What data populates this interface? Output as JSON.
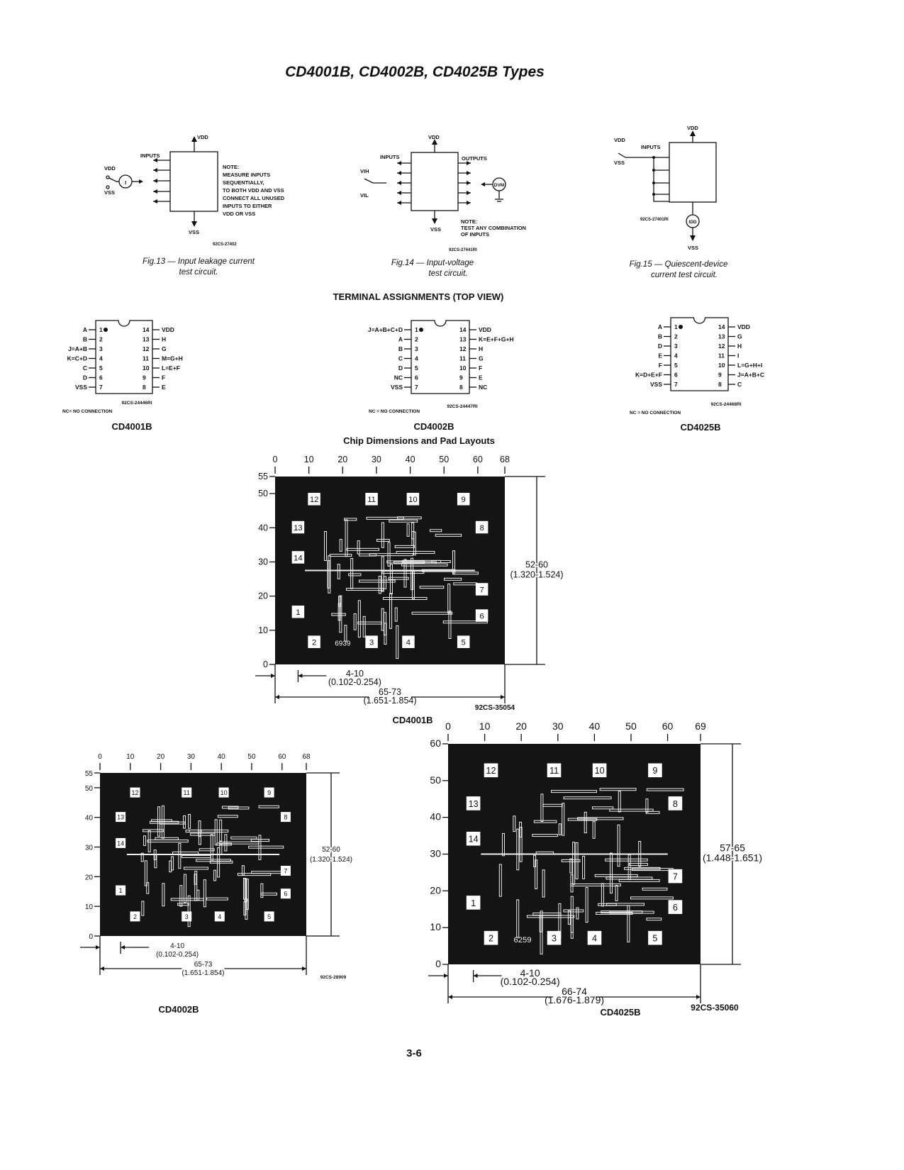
{
  "header": {
    "title": "CD4001B, CD4002B, CD4025B Types"
  },
  "fig13": {
    "vdd": "VDD",
    "vss": "VSS",
    "inputs": "INPUTS",
    "sw_vdd": "VDD",
    "sw_vss": "VSS",
    "meter": "I",
    "note": [
      "NOTE:",
      "MEASURE INPUTS",
      "SEQUENTIALLY,",
      "TO BOTH VDD AND VSS",
      "CONNECT ALL UNUSED",
      "INPUTS TO EITHER",
      "VDD OR VSS"
    ],
    "code": "92CS-27402",
    "caption": [
      "Fig.13 — Input leakage current",
      "test circuit."
    ]
  },
  "fig14": {
    "vdd": "VDD",
    "vss": "VSS",
    "inputs": "INPUTS",
    "outputs": "OUTPUTS",
    "vih": "VIH",
    "vil": "VIL",
    "meter": "DVM",
    "note": [
      "NOTE:",
      "TEST ANY COMBINATION",
      "OF INPUTS"
    ],
    "code": "92CS-27441RI",
    "caption": [
      "Fig.14 — Input-voltage",
      "test circuit."
    ]
  },
  "fig15": {
    "vdd": "VDD",
    "vss": "VSS",
    "inputs": "INPUTS",
    "sw_vdd": "VDD",
    "sw_vss": "VSS",
    "meter": "IDD",
    "code": "92CS-27401RI",
    "caption": [
      "Fig.15 — Quiescent-device",
      "current test circuit."
    ]
  },
  "terminal": {
    "heading": "TERMINAL ASSIGNMENTS (TOP VIEW)",
    "packages": [
      {
        "name": "CD4001B",
        "code": "92CS-24446RI",
        "nc": "NC= NO CONNECTION",
        "left": [
          "A",
          "B",
          "J=A+B",
          "K=C+D",
          "C",
          "D",
          "VSS"
        ],
        "right": [
          "VDD",
          "H",
          "G",
          "M=G+H",
          "L=E+F",
          "F",
          "E"
        ]
      },
      {
        "name": "CD4002B",
        "code": "92CS-24447RI",
        "nc": "NC = NO CONNECTION",
        "left": [
          "J=A+B+C+D",
          "A",
          "B",
          "C",
          "D",
          "NC",
          "VSS"
        ],
        "right": [
          "VDD",
          "K=E+F+G+H",
          "H",
          "G",
          "F",
          "E",
          "NC"
        ]
      },
      {
        "name": "CD4025B",
        "code": "92CS-24468RI",
        "nc": "NC = NO CONNECTION",
        "left": [
          "A",
          "B",
          "D",
          "E",
          "F",
          "K=D+E+F",
          "VSS"
        ],
        "right": [
          "VDD",
          "G",
          "H",
          "I",
          "L=G+H+I",
          "J=A+B+C",
          "C"
        ]
      }
    ]
  },
  "chips": {
    "heading": "Chip Dimensions and Pad Layouts",
    "items": [
      {
        "name": "CD4001B",
        "xticks": [
          0,
          10,
          20,
          30,
          40,
          50,
          60,
          68
        ],
        "yticks": [
          55,
          50,
          40,
          30,
          20,
          10,
          0
        ],
        "xmax": 68,
        "ymax": 55,
        "pads": [
          "12",
          "11",
          "10",
          "9",
          "13",
          "8",
          "14",
          "7",
          "1",
          "6",
          "2",
          "3",
          "4",
          "5"
        ],
        "mark": "6939",
        "height_dim": [
          "52-60",
          "(1.320-1.524)"
        ],
        "offset_dim": [
          "4-10",
          "(0.102-0.254)"
        ],
        "width_dim": [
          "65-73",
          "(1.651-1.854)"
        ],
        "code": "92CS-35054"
      },
      {
        "name": "CD4002B",
        "xticks": [
          0,
          10,
          20,
          30,
          40,
          50,
          60,
          68
        ],
        "yticks": [
          55,
          50,
          40,
          30,
          20,
          10,
          0
        ],
        "xmax": 68,
        "ymax": 55,
        "pads": [
          "12",
          "11",
          "10",
          "9",
          "13",
          "8",
          "14",
          "7",
          "1",
          "6",
          "2",
          "3",
          "4",
          "5"
        ],
        "mark": "",
        "height_dim": [
          "52-60",
          "(1.320-1.524)"
        ],
        "offset_dim": [
          "4-10",
          "(0.102-0.254)"
        ],
        "width_dim": [
          "65-73",
          "(1.651-1.854)"
        ],
        "code": "92CS-28909"
      },
      {
        "name": "CD4025B",
        "xticks": [
          0,
          10,
          20,
          30,
          40,
          50,
          60,
          69
        ],
        "yticks": [
          60,
          50,
          40,
          30,
          20,
          10,
          0
        ],
        "xmax": 69,
        "ymax": 60,
        "pads": [
          "12",
          "11",
          "10",
          "9",
          "13",
          "8",
          "14",
          "7",
          "1",
          "6",
          "2",
          "3",
          "4",
          "5"
        ],
        "mark": "6259",
        "height_dim": [
          "57-65",
          "(1.448-1.651)"
        ],
        "offset_dim": [
          "4-10",
          "(0.102-0.254)"
        ],
        "width_dim": [
          "66-74",
          "(1.676-1.879)"
        ],
        "code": "92CS-35060"
      }
    ]
  },
  "footer": {
    "page": "3-6"
  }
}
